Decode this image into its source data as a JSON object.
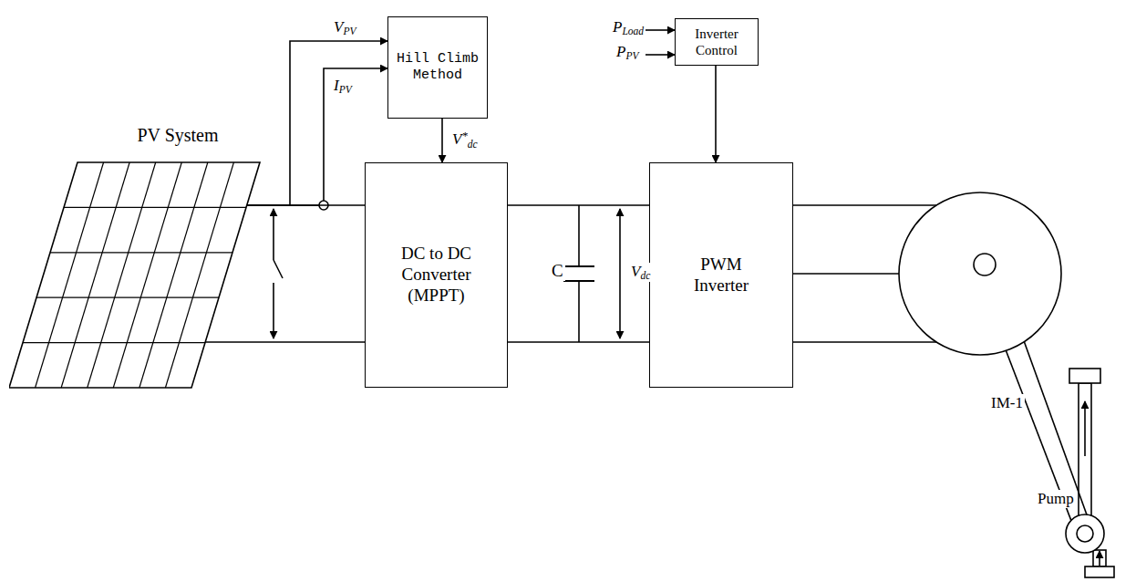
{
  "diagram": {
    "nodes": [
      {
        "text": [
          "PV System"
        ]
      },
      {
        "text": [
          "Hill Climb Method"
        ]
      },
      {
        "text": [
          "DC to DC Converter (MPPT)"
        ]
      },
      {
        "text": [
          "Inverter Control"
        ]
      },
      {
        "text": [
          "PWM Inverter"
        ]
      },
      {
        "text": [
          "IM-1"
        ]
      },
      {
        "text": [
          "Pump"
        ]
      }
    ],
    "edges": [
      {
        "from": 0,
        "to": 1,
        "label": "VPV",
        "arrow": "to"
      },
      {
        "from": 0,
        "to": 1,
        "label": "IPV",
        "arrow": "to"
      },
      {
        "from": 1,
        "to": 2,
        "label": "V*dc",
        "arrow": "to"
      },
      {
        "from": 0,
        "to": 2,
        "arrow": "none"
      },
      {
        "from": 2,
        "to": 4,
        "arrow": "none"
      },
      {
        "from": 3,
        "to": 4,
        "arrow": "to"
      },
      {
        "from": 4,
        "to": 5,
        "arrow": "none"
      },
      {
        "from": 5,
        "to": 6,
        "arrow": "none"
      }
    ],
    "labels": [
      "PLoad",
      "PPV",
      "C",
      "Vdc"
    ]
  }
}
